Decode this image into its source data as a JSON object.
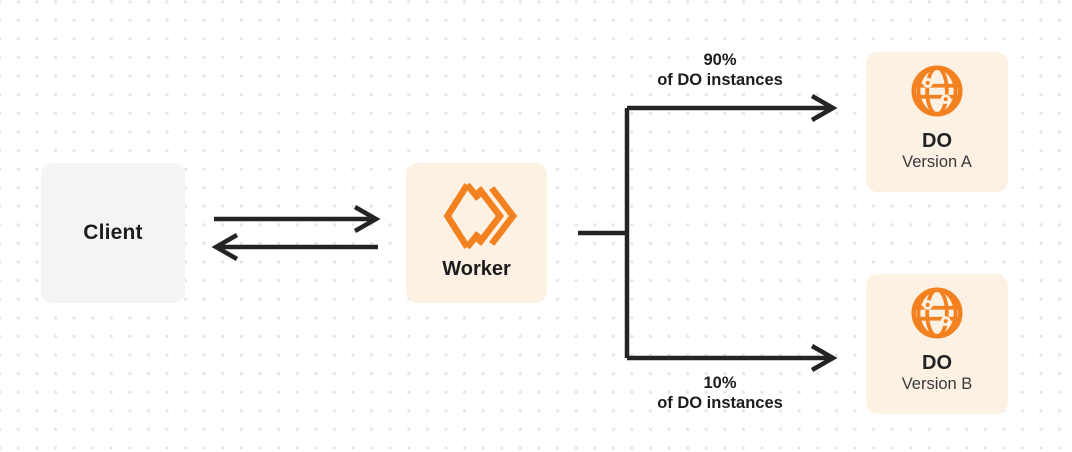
{
  "diagram": {
    "nodes": {
      "client": {
        "label": "Client"
      },
      "worker": {
        "label": "Worker"
      },
      "do_version_a": {
        "title": "DO",
        "subtitle": "Version A"
      },
      "do_version_b": {
        "title": "DO",
        "subtitle": "Version B"
      }
    },
    "edges": {
      "client_worker": {
        "direction": "bidirectional"
      },
      "top_branch": {
        "percent": "90%",
        "caption": "of DO instances"
      },
      "bottom_branch": {
        "percent": "10%",
        "caption": "of DO instances"
      }
    },
    "colors": {
      "accent_orange": "#F4811F",
      "cream_node": "#FCF1E2",
      "gray_node": "#F4F4F6",
      "line_dark": "#242426",
      "grid_dot": "#E5E5E5",
      "background": "#FFFFFF"
    }
  }
}
